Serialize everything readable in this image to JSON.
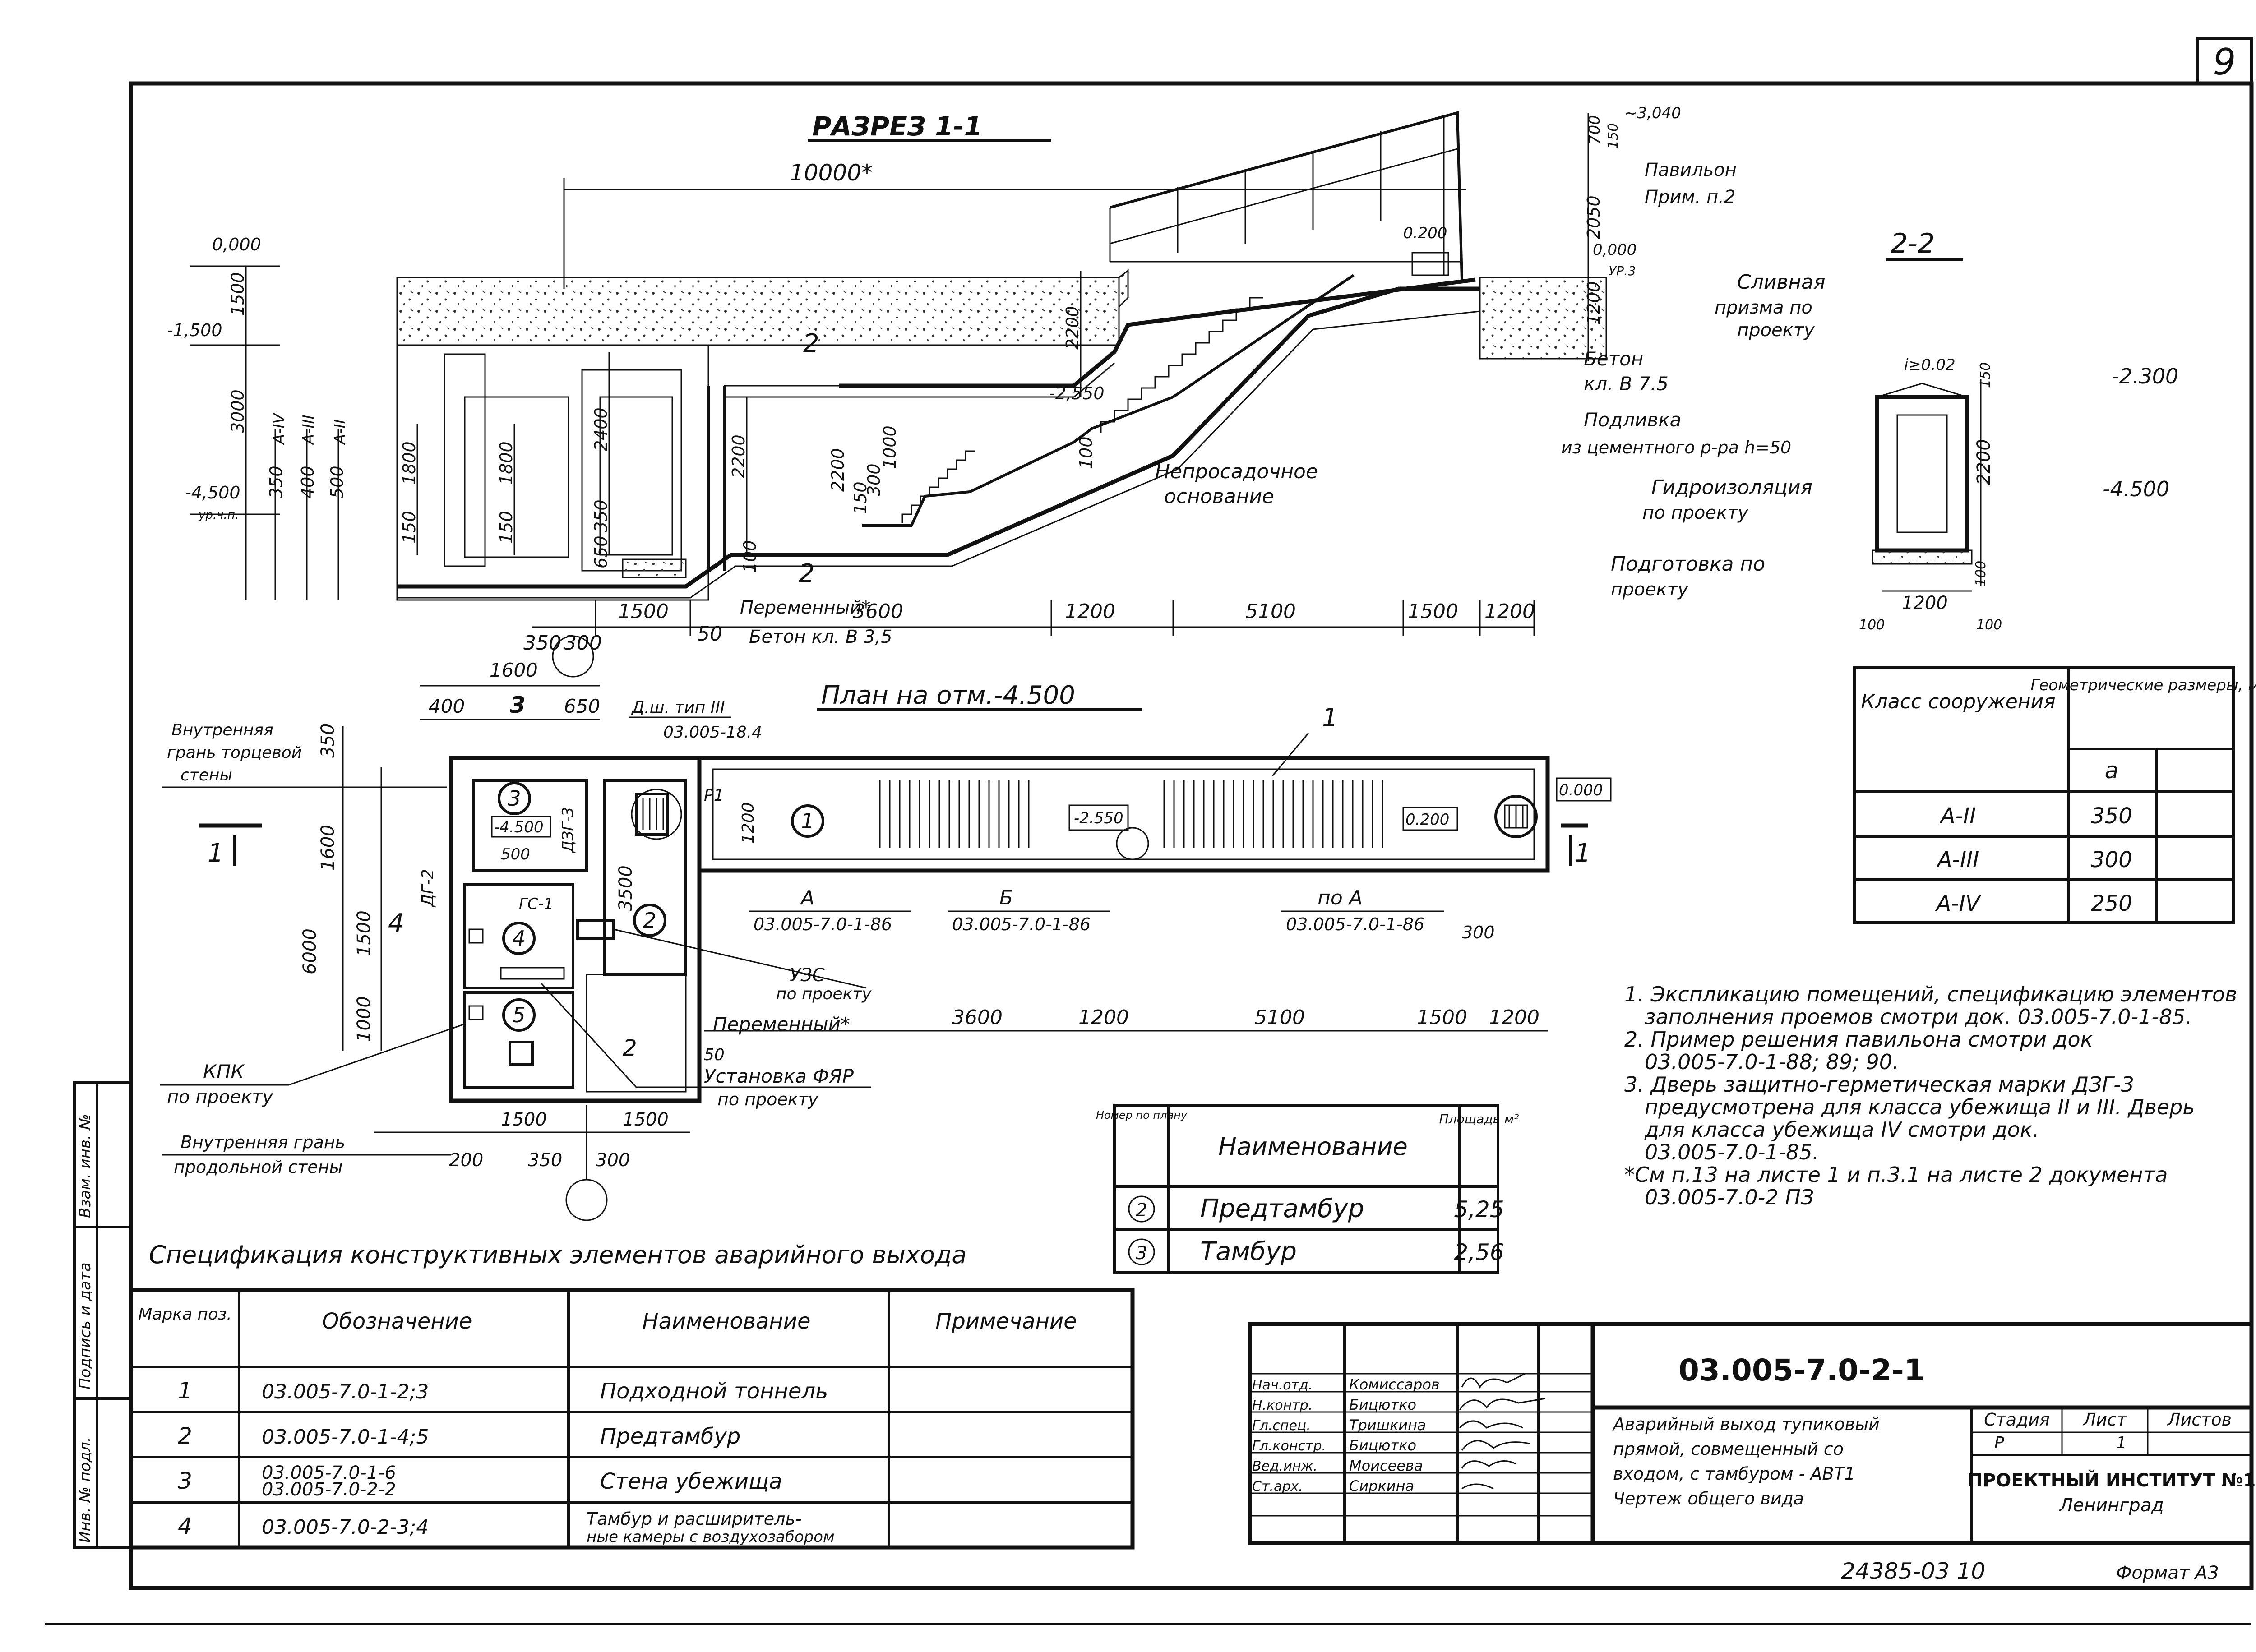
{
  "sheet_number": "9",
  "section_1": {
    "title": "РАЗРЕЗ 1-1",
    "dims_top": {
      "span": "10000*",
      "h1": "700",
      "h2": "150",
      "top": "~3,040",
      "h3": "2050",
      "h4": "1200"
    },
    "labels": {
      "pavilion": "Павильон",
      "pavilion_note": "Прим. п.2",
      "level_0": "0,000",
      "level_0_right": "0,000",
      "level_ur3": "УР.3",
      "level_0200": "0.200",
      "level_m1500": "-1,500",
      "level_m4500": "-4,500",
      "level_ur_ch_p": "ур.ч.п.",
      "level_m2550": "-2,550",
      "beton": "Бетон",
      "beton_class": "кл. В 7.5",
      "podlivka": "Подливка",
      "podlivka_2": "из цементного р-ра h=50",
      "base": "Непросадочное",
      "base_2": "основание",
      "variable": "Переменный*",
      "beton_35": "Бетон кл. В 3,5",
      "section_mark": "2"
    },
    "vertical_dims": [
      "1500",
      "3000",
      "350",
      "400",
      "500",
      "1800",
      "150",
      "1800",
      "150",
      "2400",
      "350",
      "650",
      "2200",
      "2200",
      "2200",
      "1000",
      "300",
      "150",
      "100",
      "100"
    ],
    "vertical_labels": [
      "А-IV",
      "А-III",
      "А-II"
    ],
    "bottom_dims": [
      "350",
      "300",
      "1500",
      "50",
      "3600",
      "1200",
      "5100",
      "1500",
      "1200"
    ]
  },
  "section_2": {
    "title": "2-2",
    "labels": {
      "drain": "Сливная",
      "drain_2": "призма по",
      "drain_3": "проекту",
      "slope": "i≥0.02",
      "level_a": "-2.300",
      "level_b": "-4.500",
      "waterproof": "Гидроизоляция",
      "waterproof_2": "по проекту",
      "prep": "Подготовка по",
      "prep_2": "проекту"
    },
    "dims": [
      "150",
      "2200",
      "100",
      "1200",
      "100",
      "100"
    ]
  },
  "class_table": {
    "head_class": "Класс сооружения",
    "head_geom": "Геометрические размеры, мм",
    "head_a": "a",
    "rows": [
      {
        "cls": "А-II",
        "a": "350"
      },
      {
        "cls": "А-III",
        "a": "300"
      },
      {
        "cls": "А-IV",
        "a": "250"
      }
    ]
  },
  "plan": {
    "title": "План на отм.-4.500",
    "labels": {
      "dim_1600": "1600",
      "dim_400": "400",
      "mark_3": "3",
      "dim_650": "650",
      "door_type": "Д.ш. тип III",
      "door_doc": "03.005-18.4",
      "mark_1": "1",
      "inner_end": "Внутренняя",
      "inner_end_2": "грань торцевой",
      "inner_end_3": "стены",
      "dim_350": "350",
      "dim_1600v": "1600",
      "dim_6000": "6000",
      "dim_1500v": "1500",
      "dim_1000v": "1000",
      "dim_3500": "3500",
      "dim_1200v": "1200",
      "dg2": "ДГ-2",
      "dg3": "ДЗГ-3",
      "room_level": "-4.500",
      "dim_500": "500",
      "gs1": "ГС-1",
      "p1": "Р1",
      "lvl_2550": "-2.550",
      "lvl_0200": "0.200",
      "lvl_0000": "0.000",
      "kpk": "КПК",
      "kpk_2": "по проекту",
      "inner_long": "Внутренняя грань",
      "inner_long_2": "продольной стены",
      "uzs": "УЗС",
      "uzs_2": "по проекту",
      "variable": "Переменный*",
      "fyar": "Установка ФЯР",
      "fyar_2": "по проекту",
      "mark_2": "2",
      "mark_4": "4",
      "dim_50": "50"
    },
    "segments": [
      {
        "letter": "А",
        "doc": "03.005-7.0-1-86"
      },
      {
        "letter": "Б",
        "doc": "03.005-7.0-1-86"
      },
      {
        "letter": "по А",
        "doc": "03.005-7.0-1-86"
      }
    ],
    "bottom_dims": [
      "3600",
      "1200",
      "5100",
      "1500",
      "1200"
    ],
    "bottom_dims_left": [
      "1500",
      "1500",
      "200",
      "350",
      "300"
    ],
    "dim_300": "300",
    "room_marks": [
      "1",
      "2",
      "3",
      "4",
      "5"
    ]
  },
  "rooms_table": {
    "head_no": "Номер по плану",
    "head_name": "Наименование",
    "head_area": "Площадь м²",
    "rows": [
      {
        "no": "2",
        "name": "Предтамбур",
        "area": "5,25"
      },
      {
        "no": "3",
        "name": "Тамбур",
        "area": "2,56"
      }
    ]
  },
  "notes": [
    "1. Экспликацию помещений, спецификацию элементов заполнения проемов смотри док. 03.005-7.0-1-85.",
    "2. Пример решения павильона смотри док 03.005-7.0-1-88; 89; 90.",
    "3. Дверь защитно-герметическая марки ДЗГ-3 предусмотрена для класса убежища II и III. Дверь для класса убежища IV смотри док. 03.005-7.0-1-85.",
    "*См п.13 на листе 1 и п.3.1 на листе 2 документа 03.005-7.0-2 ПЗ"
  ],
  "spec": {
    "title": "Спецификация конструктивных элементов аварийного выхода",
    "head": {
      "mark": "Марка поз.",
      "code": "Обозначение",
      "name": "Наименование",
      "note": "Примечание"
    },
    "rows": [
      {
        "mark": "1",
        "code": "03.005-7.0-1-2;3",
        "name": "Подходной тоннель"
      },
      {
        "mark": "2",
        "code": "03.005-7.0-1-4;5",
        "name": "Предтамбур"
      },
      {
        "mark": "3",
        "code": "03.005-7.0-1-6",
        "code2": "03.005-7.0-2-2",
        "name": "Стена убежища"
      },
      {
        "mark": "4",
        "code": "03.005-7.0-2-3;4",
        "name": "Тамбур и расширитель-",
        "name2": "ные камеры с воздухозабором"
      }
    ]
  },
  "side_stamp": [
    "Инв. № подл.",
    "Подпись и дата",
    "Взам. инв. №"
  ],
  "title_block": {
    "code": "03.005-7.0-2-1",
    "people": [
      {
        "role": "Нач.отд.",
        "name": "Комиссаров"
      },
      {
        "role": "Н.контр.",
        "name": "Бицютко"
      },
      {
        "role": "Гл.спец.",
        "name": "Тришкина"
      },
      {
        "role": "Гл.констр.",
        "name": "Бицютко"
      },
      {
        "role": "Вед.инж.",
        "name": "Моисеева"
      },
      {
        "role": "Ст.арх.",
        "name": "Сиркина"
      }
    ],
    "desc": [
      "Аварийный выход тупиковый",
      "прямой, совмещенный со",
      "входом, с тамбуром - АВТ1",
      "Чертеж общего вида"
    ],
    "stage_h": "Стадия",
    "sheet_h": "Лист",
    "sheets_h": "Листов",
    "stage": "Р",
    "sheets": "1",
    "org": "ПРОЕКТНЫЙ ИНСТИТУТ №1",
    "city": "Ленинград"
  },
  "footer": {
    "inv": "24385-03 10",
    "format": "Формат А3"
  }
}
